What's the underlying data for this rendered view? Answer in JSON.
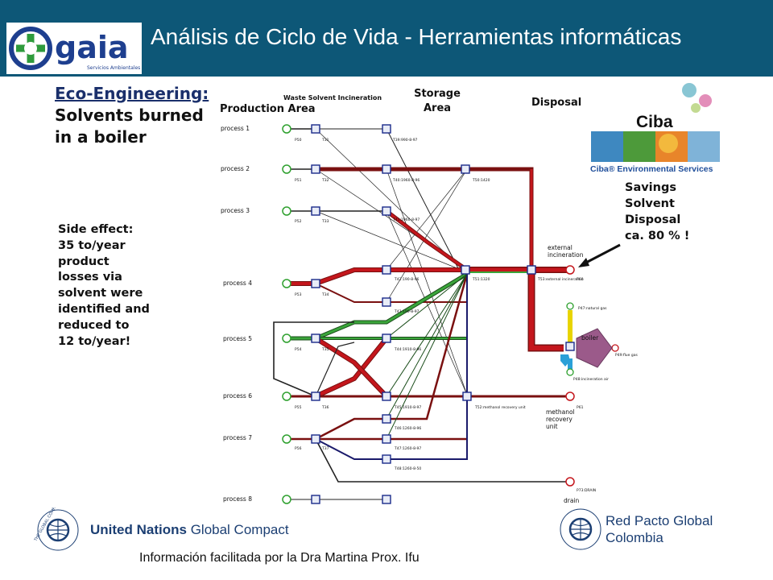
{
  "header": {
    "title": "Análisis de Ciclo de Vida - Herramientas informáticas",
    "logo_text": "gaia",
    "logo_subtext": "Servicios Ambientales"
  },
  "slide": {
    "title_line1": "Eco-Engineering:",
    "title_line2": "Solvents burned",
    "title_line3": "in a boiler",
    "side_effect": [
      "Side effect:",
      "35 to/year",
      "product",
      "losses via",
      "solvent were",
      "identified and",
      "reduced to",
      "12 to/year!"
    ],
    "areas": {
      "production": "Production Area",
      "waste": "Waste Solvent Incineration",
      "storage_line1": "Storage",
      "storage_line2": "Area",
      "disposal": "Disposal"
    },
    "processes": [
      "process 1",
      "process 2",
      "process 3",
      "process 4",
      "process 5",
      "process 6",
      "process 7",
      "process 8"
    ],
    "p_labels": [
      "P50",
      "P51",
      "P52",
      "P53",
      "P54",
      "P55",
      "P56"
    ],
    "t_labels": [
      "T31",
      "T32",
      "T33",
      "T34",
      "T35",
      "T36",
      "T37"
    ],
    "waste_tanks": [
      "T39:990-8-97",
      "T40:1960-8-96",
      "T41:1960-8-97",
      "T42:190-8-96",
      "T43:190-8-97",
      "T44:1910-8-96",
      "T45:1910-8-97",
      "T46:1260-8-96",
      "T47:1260-8-97",
      "T48:1260-8-50"
    ],
    "storage_tanks": [
      "T50:1420",
      "T51:1320",
      "T52:methanol recovery unit"
    ],
    "disposal_labels": {
      "external_line1": "external",
      "external_line2": "incineration",
      "t53": "T53:external incineration",
      "p60": "P60",
      "p47": "P47:natural gas",
      "boiler": "boiler",
      "p49": "P49:flue gas",
      "p48": "P48:incineration air",
      "p61": "P61",
      "methanol_line1": "methanol",
      "methanol_line2": "recovery",
      "methanol_line3": "unit",
      "p73": "P73:DRAIN",
      "drain": "drain"
    },
    "ciba": {
      "logo": "Ciba",
      "env": "Ciba® Environmental Services"
    },
    "savings": [
      "Savings",
      "Solvent",
      "Disposal",
      "ca. 80 % !"
    ]
  },
  "footer": {
    "caption": "Información facilitada por la Dra Martina Prox. Ifu",
    "un_bold": "United Nations",
    "un_rest": "Global Compact",
    "un_seal": "THE GLOBAL COMPACT",
    "red_pacto_line1": "Red Pacto Global",
    "red_pacto_line2": "Colombia"
  },
  "colors": {
    "header_bg": "#0d5777",
    "flow_red": "#c4161c",
    "flow_dark_red": "#7a1010",
    "flow_green": "#3aa53a",
    "flow_navy": "#1a1a6b",
    "gaia_green": "#2e9b3c",
    "gaia_blue": "#1e3f8f"
  }
}
